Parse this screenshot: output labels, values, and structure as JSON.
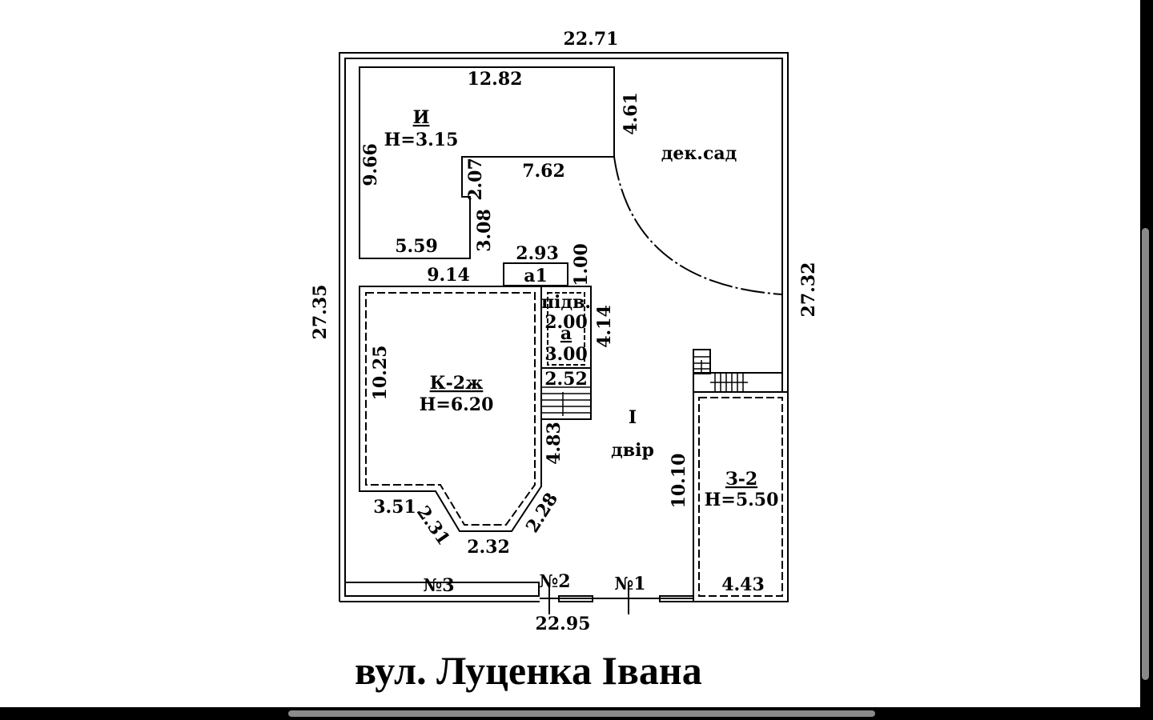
{
  "street": {
    "name": "вул. Луценка Івана"
  },
  "plot": {
    "top": "22.71",
    "bottom": "22.95",
    "left": "27.35",
    "right": "27.32"
  },
  "building_i": {
    "name": "И",
    "height": "Н=3.15",
    "dims": {
      "top": "12.82",
      "right_upper": "4.61",
      "left": "9.66",
      "step_horizontal": "7.62",
      "step_vertical": "2.07",
      "lower_vertical": "3.08",
      "bottom": "5.59"
    }
  },
  "building_k": {
    "name": "К-2ж",
    "height": "Н=6.20",
    "dims": {
      "top": "9.14",
      "left": "10.25",
      "right": "4.83",
      "bottom_left": "3.51",
      "diag_left": "2.31",
      "bottom": "2.32",
      "diag_right": "2.28"
    }
  },
  "porch_a1": {
    "name": "а1",
    "width": "2.93",
    "depth": "1.00"
  },
  "annex_a": {
    "basement": "підв.",
    "name": "а",
    "width": "2.00",
    "length": "3.00",
    "side": "4.14",
    "stair_width": "2.52"
  },
  "garden": {
    "name": "дек.сад"
  },
  "yard": {
    "number": "І",
    "name": "двір"
  },
  "building_z": {
    "name": "З-2",
    "height": "Н=5.50",
    "dims": {
      "side": "10.10",
      "bottom": "4.43"
    }
  },
  "fences": {
    "no1": "№1",
    "no2": "№2",
    "no3": "№3"
  },
  "colors": {
    "ink": "#000000",
    "paper": "#ffffff",
    "frame": "#000000",
    "scrollbar": "#8a8a8a"
  }
}
